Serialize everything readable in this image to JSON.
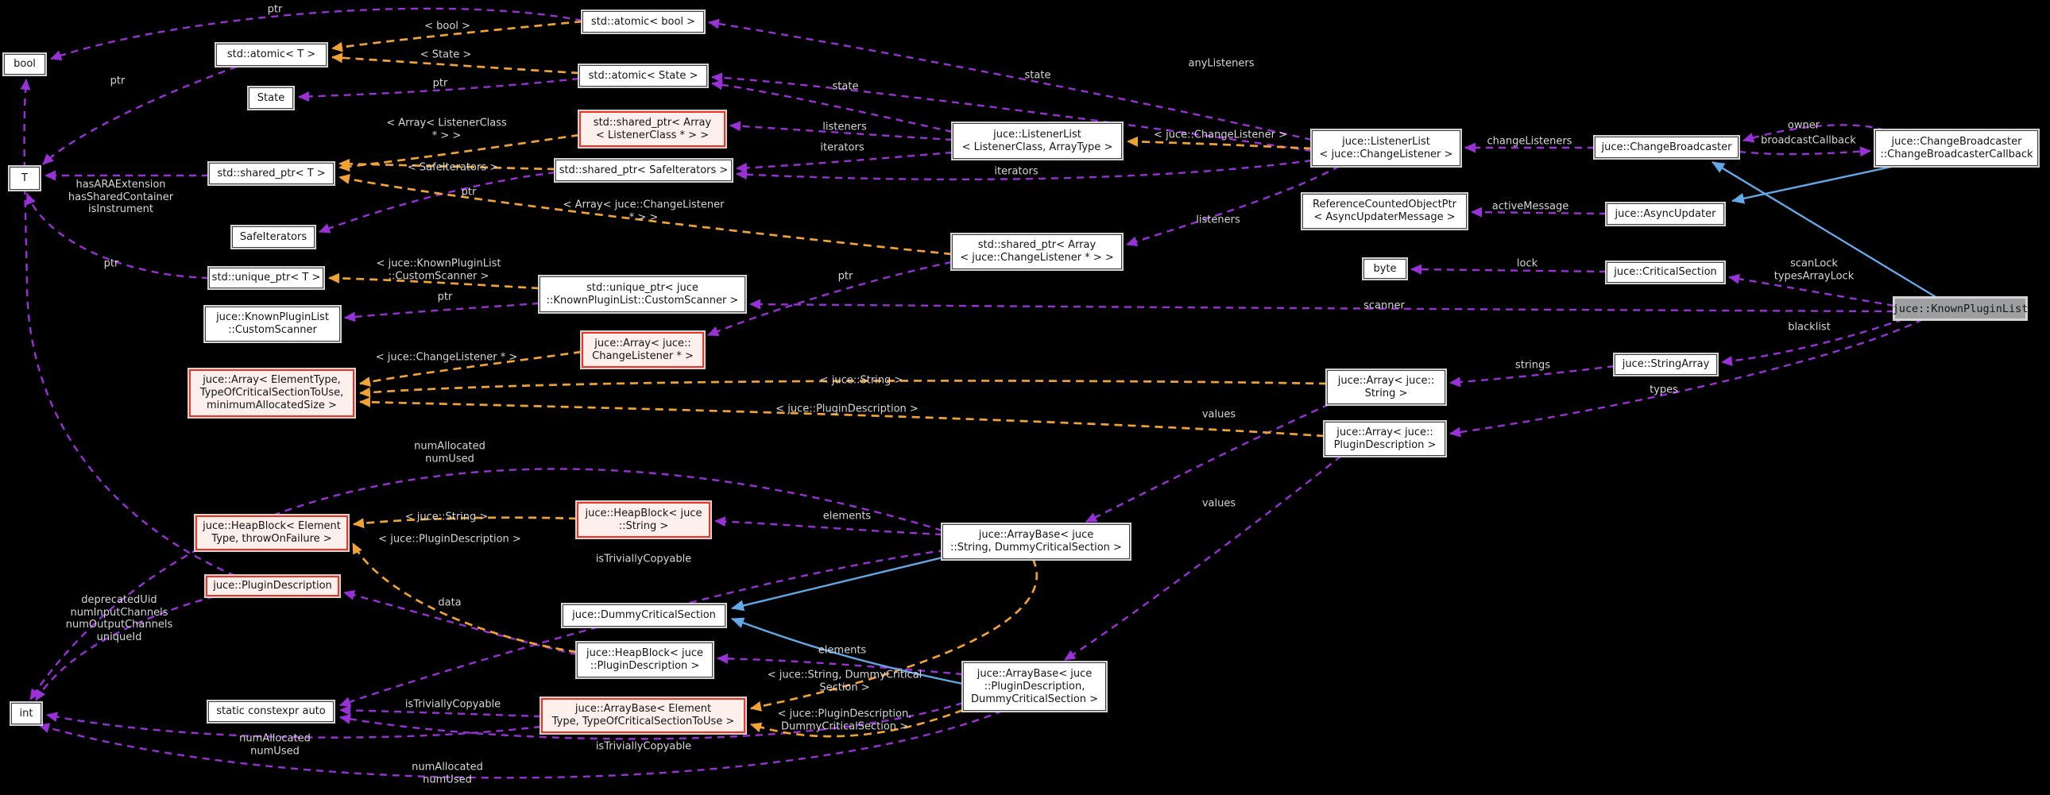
{
  "diagram": {
    "title": "juce::KnownPluginList collaboration graph",
    "background": "#000000"
  },
  "colors": {
    "usage_edge": "#9a30d8",
    "template_edge": "#f0a232",
    "inheritance_edge": "#63a9e8",
    "node_bg": "#ffffff",
    "node_border": "#3f3f3f",
    "node_outline": "#d2d2d2",
    "template_node_bg": "#fdf0ec",
    "template_node_border": "#ee3524",
    "current_node_bg": "#9d9fa1",
    "edge_label_color": "#d6d6d6"
  },
  "nodes": [
    {
      "label": "bool"
    },
    {
      "label": "std::atomic< T >"
    },
    {
      "label": "std::atomic< bool >"
    },
    {
      "label": "std::atomic< State >"
    },
    {
      "label": "State"
    },
    {
      "label": "std::shared_ptr< Array\n< ListenerClass * > >"
    },
    {
      "label": "juce::ListenerList\n< ListenerClass, ArrayType >"
    },
    {
      "label": "juce::ListenerList\n< juce::ChangeListener >"
    },
    {
      "label": "juce::ChangeBroadcaster"
    },
    {
      "label": "juce::ChangeBroadcaster\n::ChangeBroadcasterCallback"
    },
    {
      "label": "std::shared_ptr< T >"
    },
    {
      "label": "std::shared_ptr< SafeIterators >"
    },
    {
      "label": "ReferenceCountedObjectPtr\n< AsyncUpdaterMessage >"
    },
    {
      "label": "juce::AsyncUpdater"
    },
    {
      "label": "SafeIterators"
    },
    {
      "label": "std::shared_ptr< Array\n< juce::ChangeListener * > >"
    },
    {
      "label": "byte"
    },
    {
      "label": "juce::CriticalSection"
    },
    {
      "label": "juce::KnownPluginList"
    },
    {
      "label": "std::unique_ptr< T >"
    },
    {
      "label": "std::unique_ptr< juce\n::KnownPluginList::CustomScanner >"
    },
    {
      "label": "juce::KnownPluginList\n::CustomScanner"
    },
    {
      "label": "juce::Array< juce::\nChangeListener * >"
    },
    {
      "label": "juce::StringArray"
    },
    {
      "label": "juce::Array< juce::\nString >"
    },
    {
      "label": "juce::Array< ElementType,\nTypeOfCriticalSectionToUse,\nminimumAllocatedSize >"
    },
    {
      "label": "juce::Array< juce::\nPluginDescription >"
    },
    {
      "label": "juce::HeapBlock< Element\nType, throwOnFailure >"
    },
    {
      "label": "juce::HeapBlock< juce\n::String >"
    },
    {
      "label": "juce::ArrayBase< juce\n::String, DummyCriticalSection >"
    },
    {
      "label": "juce::PluginDescription"
    },
    {
      "label": "juce::DummyCriticalSection"
    },
    {
      "label": "juce::HeapBlock< juce\n::PluginDescription >"
    },
    {
      "label": "juce::ArrayBase< juce\n::PluginDescription,\nDummyCriticalSection >"
    },
    {
      "label": "static constexpr auto"
    },
    {
      "label": "juce::ArrayBase< Element\nType, TypeOfCriticalSectionToUse >"
    },
    {
      "label": "T"
    },
    {
      "label": "int"
    }
  ],
  "edge_labels": [
    {
      "text": "ptr"
    },
    {
      "text": "< bool >"
    },
    {
      "text": "< State >"
    },
    {
      "text": "ptr"
    },
    {
      "text": "ptr"
    },
    {
      "text": "anyListeners"
    },
    {
      "text": "state"
    },
    {
      "text": "state"
    },
    {
      "text": "< Array< ListenerClass\n* > >"
    },
    {
      "text": "listeners"
    },
    {
      "text": "iterators"
    },
    {
      "text": "< juce::ChangeListener >"
    },
    {
      "text": "changeListeners"
    },
    {
      "text": "owner"
    },
    {
      "text": "broadcastCallback"
    },
    {
      "text": "< SafeIterators >"
    },
    {
      "text": "ptr"
    },
    {
      "text": "< Array< juce::ChangeListener\n* > >"
    },
    {
      "text": "ptr"
    },
    {
      "text": "hasARAExtension\nhasSharedContainer\nisInstrument"
    },
    {
      "text": "< juce::KnownPluginList\n::CustomScanner >"
    },
    {
      "text": "ptr"
    },
    {
      "text": "listeners"
    },
    {
      "text": "iterators"
    },
    {
      "text": "activeMessage"
    },
    {
      "text": "lock"
    },
    {
      "text": "scanLock\ntypesArrayLock"
    },
    {
      "text": "scanner"
    },
    {
      "text": "blacklist"
    },
    {
      "text": "strings"
    },
    {
      "text": "types"
    },
    {
      "text": "ptr"
    },
    {
      "text": "< juce::ChangeListener * >"
    },
    {
      "text": "< juce::String >"
    },
    {
      "text": "< juce::PluginDescription >"
    },
    {
      "text": "values"
    },
    {
      "text": "values"
    },
    {
      "text": "numAllocated\nnumUsed"
    },
    {
      "text": "< juce::String >"
    },
    {
      "text": "elements"
    },
    {
      "text": "isTriviallyCopyable"
    },
    {
      "text": "< juce::PluginDescription >"
    },
    {
      "text": "data"
    },
    {
      "text": "deprecatedUid\nnumInputChannels\nnumOutputChannels\nuniqueId"
    },
    {
      "text": "elements"
    },
    {
      "text": "< juce::String, DummyCritical\nSection >"
    },
    {
      "text": "isTriviallyCopyable"
    },
    {
      "text": "< juce::PluginDescription,\nDummyCriticalSection >"
    },
    {
      "text": "numAllocated\nnumUsed"
    },
    {
      "text": "isTriviallyCopyable"
    },
    {
      "text": "numAllocated\nnumUsed"
    }
  ]
}
